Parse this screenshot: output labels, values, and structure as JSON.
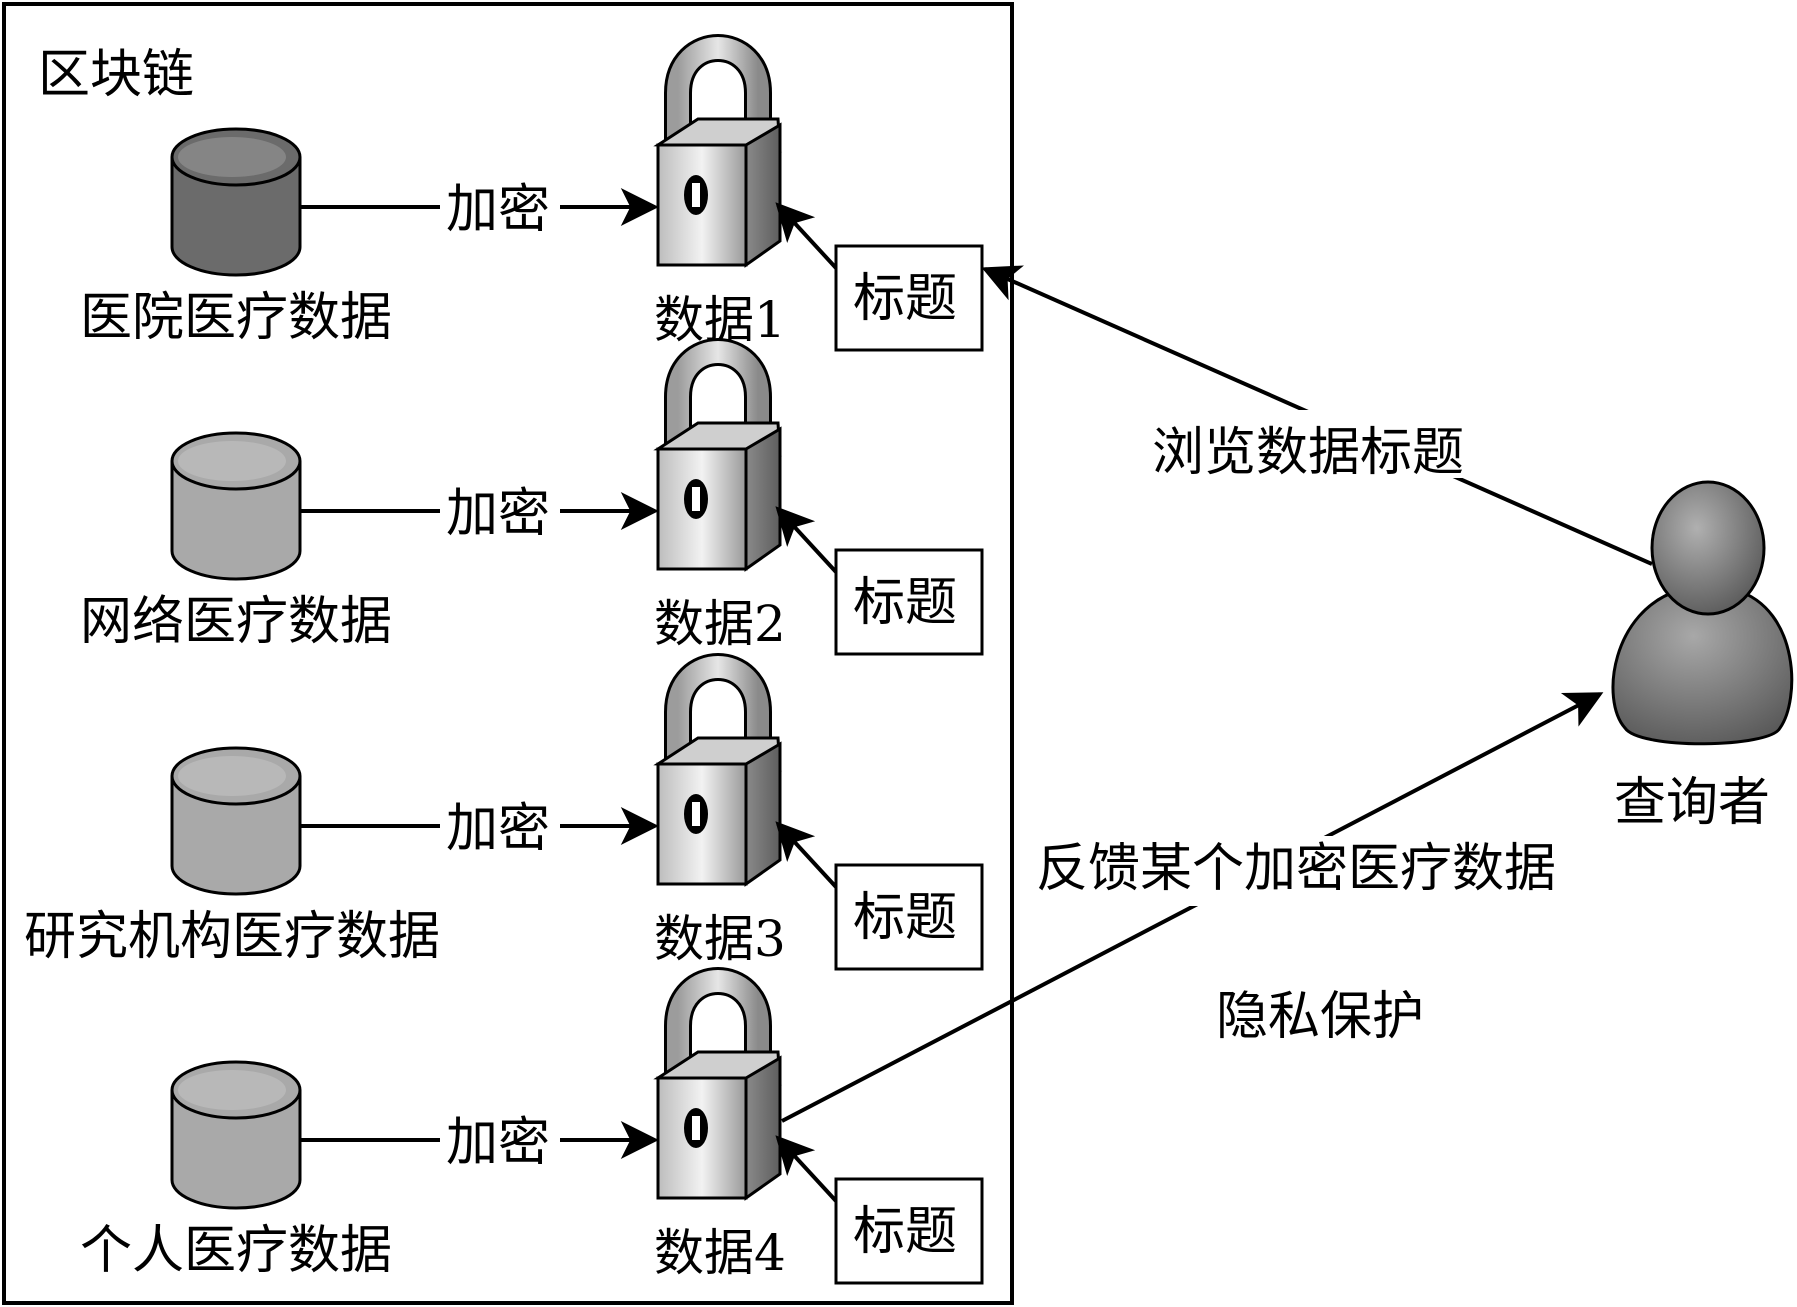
{
  "blockchain": {
    "title": "区块链"
  },
  "sources": [
    {
      "label": "医院医疗数据",
      "shade": "#6b6b6b"
    },
    {
      "label": "网络医疗数据",
      "shade": "#a9a9a9"
    },
    {
      "label": "研究机构医疗数据",
      "shade": "#a9a9a9"
    },
    {
      "label": "个人医疗数据",
      "shade": "#a9a9a9"
    }
  ],
  "encrypt_label": "加密",
  "data_blocks": [
    {
      "label": "数据1",
      "tag": "标题"
    },
    {
      "label": "数据2",
      "tag": "标题"
    },
    {
      "label": "数据3",
      "tag": "标题"
    },
    {
      "label": "数据4",
      "tag": "标题"
    }
  ],
  "querier": {
    "label": "查询者"
  },
  "flows": {
    "browse": "浏览数据标题",
    "feedback": "反馈某个加密医疗数据",
    "privacy": "隐私保护"
  }
}
